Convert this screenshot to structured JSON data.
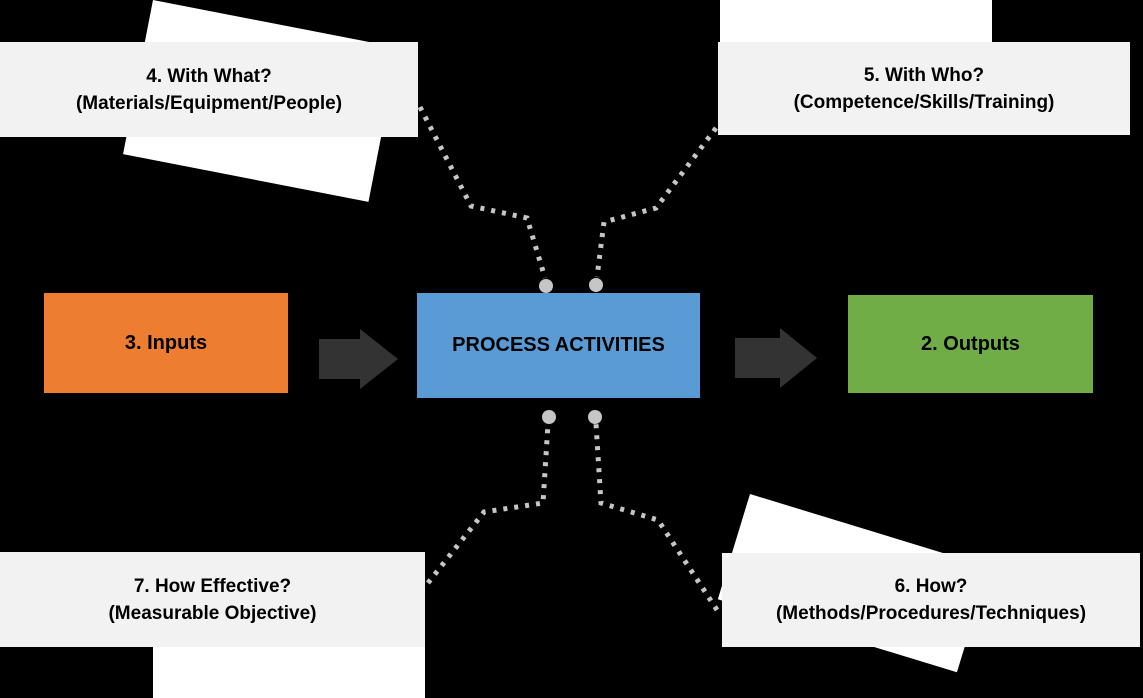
{
  "nodes": {
    "inputs": {
      "label": "3. Inputs"
    },
    "process": {
      "label": "PROCESS ACTIVITIES"
    },
    "outputs": {
      "label": "2. Outputs"
    }
  },
  "callouts": {
    "with_what": {
      "line1": "4. With What?",
      "line2": "(Materials/Equipment/People)"
    },
    "with_who": {
      "line1": "5. With Who?",
      "line2": "(Competence/Skills/Training)"
    },
    "how_effective": {
      "line1": "7. How Effective?",
      "line2": "(Measurable Objective)"
    },
    "how": {
      "line1": "6. How?",
      "line2": "(Methods/Procedures/Techniques)"
    }
  },
  "colors": {
    "background": "#000000",
    "inputs-fill": "#ED7D31",
    "process-fill": "#5B9BD5",
    "outputs-fill": "#70AD47",
    "arrow-fill": "#333333",
    "callout-fill": "#F2F2F2",
    "connector": "#C6C6C6",
    "paper-fill": "#FFFFFF",
    "text": "#000000"
  }
}
